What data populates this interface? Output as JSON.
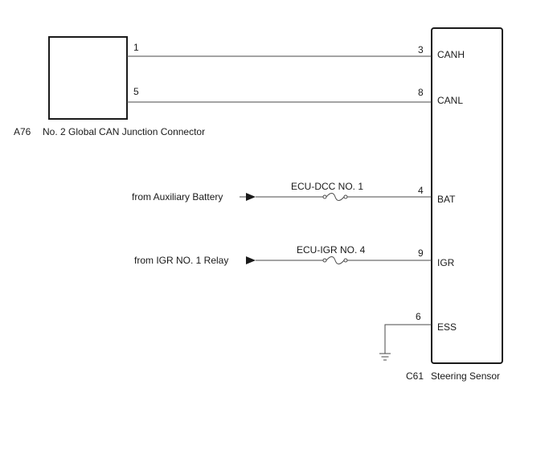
{
  "connector": {
    "code": "A76",
    "name": "No. 2 Global CAN Junction Connector",
    "pins": {
      "canh": "1",
      "canl": "5"
    }
  },
  "sensor": {
    "code": "C61",
    "name": "Steering Sensor",
    "pins": [
      {
        "num": "3",
        "label": "CANH"
      },
      {
        "num": "8",
        "label": "CANL"
      },
      {
        "num": "4",
        "label": "BAT"
      },
      {
        "num": "9",
        "label": "IGR"
      },
      {
        "num": "6",
        "label": "ESS"
      }
    ]
  },
  "sources": {
    "battery": "from Auxiliary Battery",
    "relay": "from IGR NO. 1 Relay"
  },
  "fuses": {
    "bat": "ECU-DCC NO. 1",
    "igr": "ECU-IGR NO. 4"
  }
}
